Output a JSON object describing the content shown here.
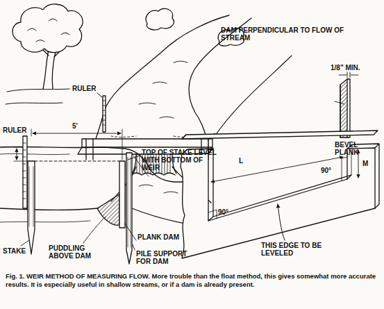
{
  "diagram": {
    "caption": "Fig. 1. WEIR METHOD OF MEASURING FLOW. More trouble than the float method, this gives somewhat more accurate results. It is especially useful in shallow streams, or if a dam is already present.",
    "labels": [
      "DAM PERPENDICULAR TO FLOW OF STREAM",
      "RULER",
      "1/8\" MIN.",
      "BEVEL PLANK",
      "RULER",
      "5'",
      "TOP OF STAKE LEVEL WITH BOTTOM OF WEIR",
      "STAKE",
      "PUDDLING ABOVE DAM",
      "PLANK DAM",
      "PILE SUPPORT FOR DAM",
      "L",
      "90°",
      "90°",
      "M",
      "THIS EDGE TO BE LEVELED"
    ]
  }
}
